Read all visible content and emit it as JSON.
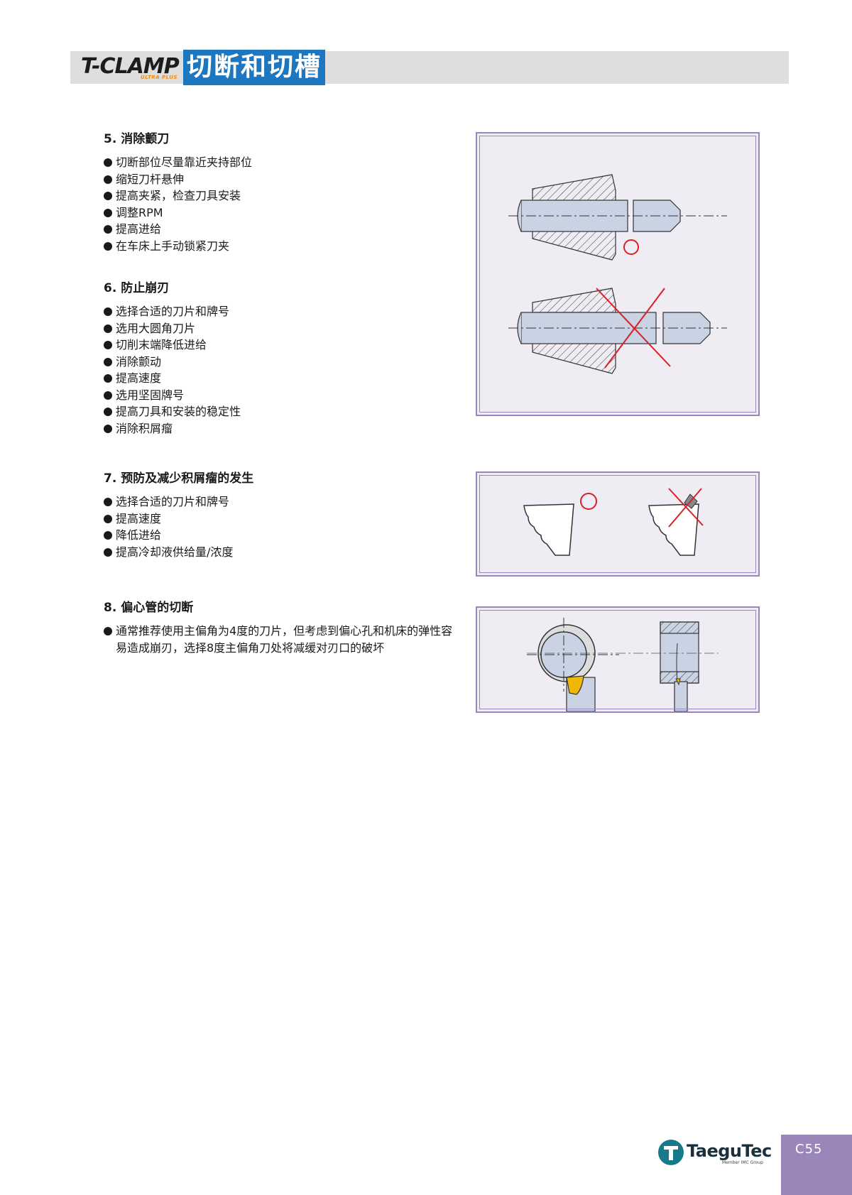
{
  "header": {
    "brand": "T-CLAMP",
    "brand_sub": "ULTRA PLUS",
    "title": "切断和切槽"
  },
  "sections": [
    {
      "heading": "5. 消除颤刀",
      "items": [
        "切断部位尽量靠近夹持部位",
        "缩短刀杆悬伸",
        "提高夹紧，检查刀具安装",
        "调整RPM",
        "提高进给",
        "在车床上手动锁紧刀夹"
      ]
    },
    {
      "heading": "6. 防止崩刃",
      "items": [
        "选择合适的刀片和牌号",
        "选用大圆角刀片",
        "切削末端降低进给",
        "消除颤动",
        "提高速度",
        "选用坚固牌号",
        "提高刀具和安装的稳定性",
        "消除积屑瘤"
      ]
    },
    {
      "heading": "7. 预防及减少积屑瘤的发生",
      "items": [
        "选择合适的刀片和牌号",
        "提高速度",
        "降低进给",
        "提高冷却液供给量/浓度"
      ]
    },
    {
      "heading": "8. 偏心管的切断",
      "items": [
        "通常推荐使用主偏角为4度的刀片，但考虑到偏心孔和机床的弹性容易造成崩刃，选择8度主偏角刀处将减缓对刃口的破坏"
      ]
    }
  ],
  "colors": {
    "header_blue": "#1c76c0",
    "brand_orange": "#f08a18",
    "frame_purple": "#9a86b8",
    "figure_bg": "#efecf4",
    "mark_red": "#d8202a",
    "insert_yellow": "#f2b705"
  },
  "footer": {
    "company": "TaeguTec",
    "company_sub": "Member IMC Group",
    "page": "C55"
  }
}
